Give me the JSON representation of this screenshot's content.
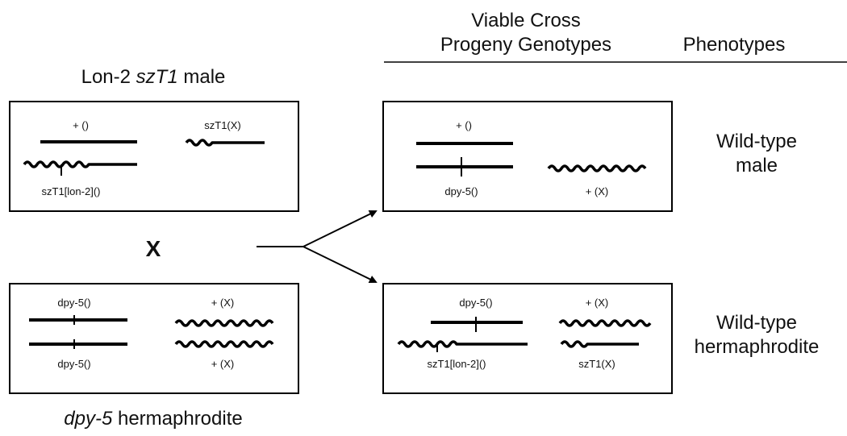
{
  "header": {
    "viable_line1": "Viable Cross",
    "viable_line2": "Progeny Genotypes",
    "phenotypes": "Phenotypes"
  },
  "male_parent": {
    "title_plain": "Lon-2 ",
    "title_italic": "szT1",
    "title_suffix": " male",
    "label_top_left": "+ ()",
    "label_top_right": "szT1(X)",
    "label_bottom_left": "szT1[lon-2]()"
  },
  "cross_symbol": "X",
  "herm_parent": {
    "title_italic": "dpy-5",
    "title_suffix": " hermaphrodite",
    "label_top_left": "dpy-5()",
    "label_top_right": "+ (X)",
    "label_bottom_left": "dpy-5()",
    "label_bottom_right": "+ (X)"
  },
  "progeny_male": {
    "label_top": "+ ()",
    "label_bottom_left": "dpy-5()",
    "label_bottom_right": "+ (X)",
    "phenotype_line1": "Wild-type",
    "phenotype_line2": "male"
  },
  "progeny_herm": {
    "label_top_left": "dpy-5()",
    "label_top_right": "+ (X)",
    "label_bottom_left": "szT1[lon-2]()",
    "label_bottom_right": "szT1(X)",
    "phenotype_line1": "Wild-type",
    "phenotype_line2": "hermaphrodite"
  }
}
